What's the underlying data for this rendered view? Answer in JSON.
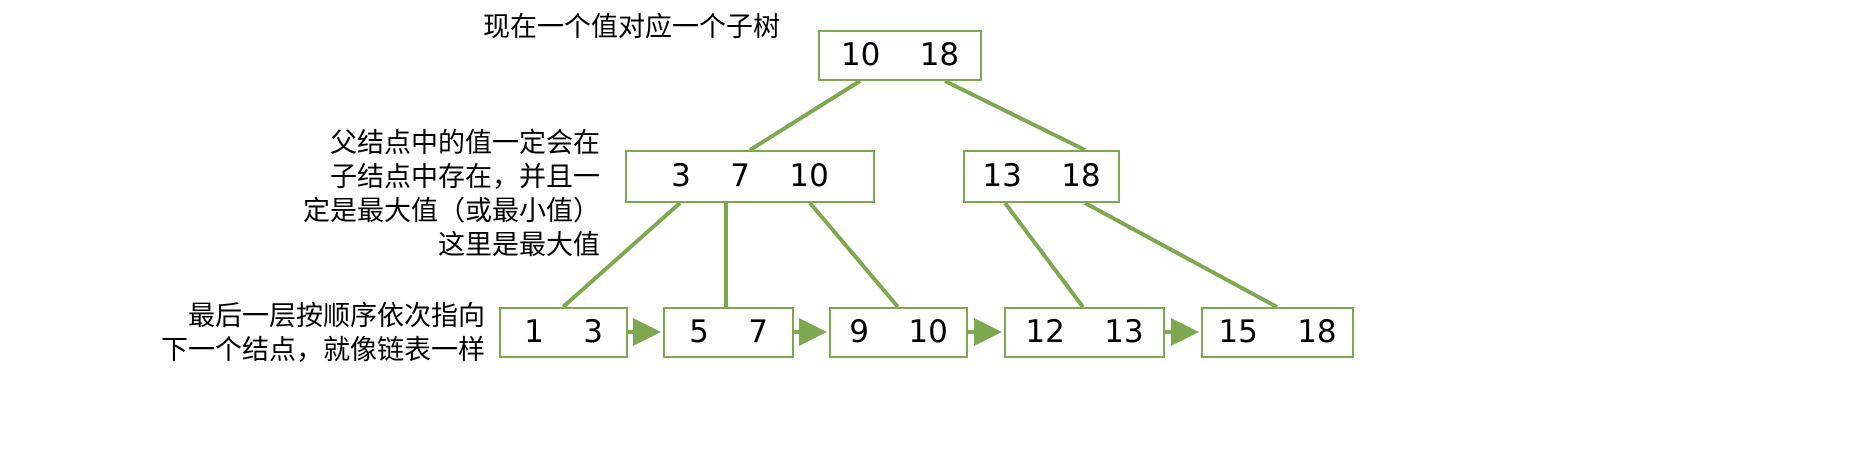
{
  "diagram": {
    "type": "b-plus-tree",
    "colors": {
      "node_border": "#7EA84F",
      "edge": "#7EA84F",
      "text": "#000000",
      "background": "#FFFFFF"
    },
    "annotations": {
      "title": "现在一个值对应一个子树",
      "parent_rule": "父结点中的值一定会在\n子结点中存在，并且一\n定是最大值（或最小值）\n这里是最大值",
      "leaf_rule": "最后一层按顺序依次指向\n下一个结点，就像链表一样"
    },
    "levels": [
      {
        "name": "root",
        "nodes": [
          {
            "id": "root",
            "keys": "10    18"
          }
        ]
      },
      {
        "name": "internal",
        "nodes": [
          {
            "id": "internal-left",
            "keys": "3    7    10"
          },
          {
            "id": "internal-right",
            "keys": "13    18"
          }
        ]
      },
      {
        "name": "leaves",
        "nodes": [
          {
            "id": "leaf-1",
            "keys": "1    3"
          },
          {
            "id": "leaf-2",
            "keys": "5    7"
          },
          {
            "id": "leaf-3",
            "keys": "9    10"
          },
          {
            "id": "leaf-4",
            "keys": "12    13"
          },
          {
            "id": "leaf-5",
            "keys": "15    18"
          }
        ]
      }
    ]
  }
}
